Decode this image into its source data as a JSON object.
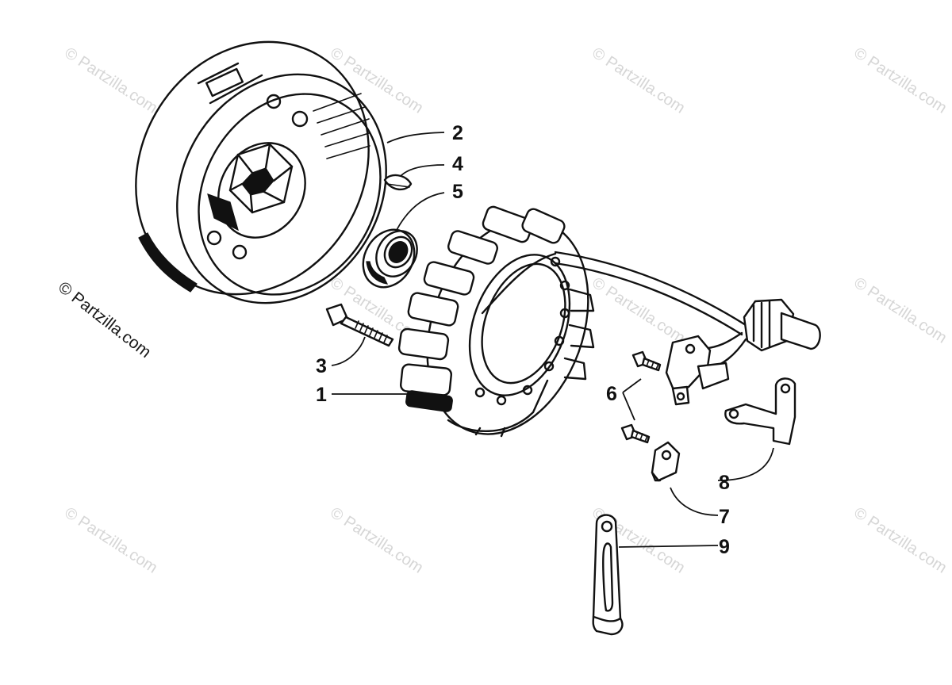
{
  "copyright": "© Partzilla.com",
  "watermark_text": "© Partzilla.com",
  "callouts": [
    "1",
    "2",
    "3",
    "4",
    "5",
    "6",
    "7",
    "8",
    "9"
  ],
  "colors": {
    "ink": "#111111",
    "watermark": "#d6d6d6",
    "background": "#ffffff"
  }
}
